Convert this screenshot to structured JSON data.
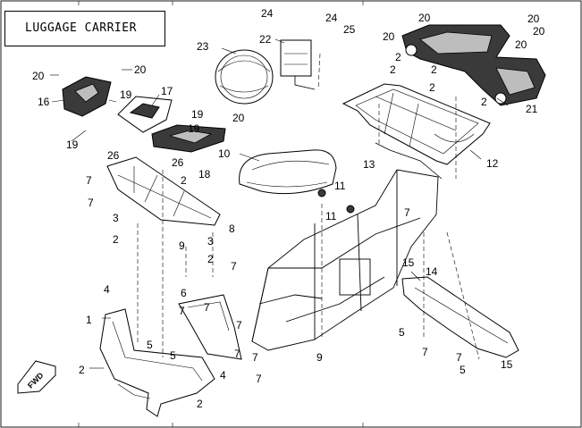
{
  "title": "LUGGAGE CARRIER",
  "fwd_label": "FWD",
  "callouts": [
    "1",
    "2",
    "3",
    "4",
    "5",
    "6",
    "7",
    "8",
    "9",
    "10",
    "11",
    "12",
    "13",
    "14",
    "15",
    "16",
    "17",
    "18",
    "19",
    "20",
    "21",
    "22",
    "23",
    "24",
    "25",
    "26"
  ],
  "labels": [
    {
      "id": "c20a",
      "text": "20"
    },
    {
      "id": "c20b",
      "text": "20"
    },
    {
      "id": "c16",
      "text": "16"
    },
    {
      "id": "c19a",
      "text": "19"
    },
    {
      "id": "c19b",
      "text": "19"
    },
    {
      "id": "c17",
      "text": "17"
    },
    {
      "id": "c19c",
      "text": "19"
    },
    {
      "id": "c19d",
      "text": "19"
    },
    {
      "id": "c20c",
      "text": "20"
    },
    {
      "id": "c23",
      "text": "23"
    },
    {
      "id": "c22",
      "text": "22"
    },
    {
      "id": "c24a",
      "text": "24"
    },
    {
      "id": "c24b",
      "text": "24"
    },
    {
      "id": "c25",
      "text": "25"
    },
    {
      "id": "c20d",
      "text": "20"
    },
    {
      "id": "c20e",
      "text": "20"
    },
    {
      "id": "c20f",
      "text": "20"
    },
    {
      "id": "c20g",
      "text": "20"
    },
    {
      "id": "c20h",
      "text": "20"
    },
    {
      "id": "c2a",
      "text": "2"
    },
    {
      "id": "c2b",
      "text": "2"
    },
    {
      "id": "c2c",
      "text": "2"
    },
    {
      "id": "c2d",
      "text": "2"
    },
    {
      "id": "c2e",
      "text": "2"
    },
    {
      "id": "c21",
      "text": "21"
    },
    {
      "id": "c12",
      "text": "12"
    },
    {
      "id": "c13",
      "text": "13"
    },
    {
      "id": "c10",
      "text": "10"
    },
    {
      "id": "c26a",
      "text": "26"
    },
    {
      "id": "c26b",
      "text": "26"
    },
    {
      "id": "c18",
      "text": "18"
    },
    {
      "id": "c7a",
      "text": "7"
    },
    {
      "id": "c2f",
      "text": "2"
    },
    {
      "id": "c11a",
      "text": "11"
    },
    {
      "id": "c11b",
      "text": "11"
    },
    {
      "id": "c7b",
      "text": "7"
    },
    {
      "id": "c7c",
      "text": "7"
    },
    {
      "id": "c3a",
      "text": "3"
    },
    {
      "id": "c2g",
      "text": "2"
    },
    {
      "id": "c8",
      "text": "8"
    },
    {
      "id": "c3b",
      "text": "3"
    },
    {
      "id": "c9a",
      "text": "9"
    },
    {
      "id": "c2h",
      "text": "2"
    },
    {
      "id": "c7d",
      "text": "7"
    },
    {
      "id": "c15a",
      "text": "15"
    },
    {
      "id": "c14",
      "text": "14"
    },
    {
      "id": "c4a",
      "text": "4"
    },
    {
      "id": "c6",
      "text": "6"
    },
    {
      "id": "c7e",
      "text": "7"
    },
    {
      "id": "c7f",
      "text": "7"
    },
    {
      "id": "c7g",
      "text": "7"
    },
    {
      "id": "c1",
      "text": "1"
    },
    {
      "id": "c5a",
      "text": "5"
    },
    {
      "id": "c5b",
      "text": "5"
    },
    {
      "id": "c7h",
      "text": "7"
    },
    {
      "id": "c7i",
      "text": "7"
    },
    {
      "id": "c9b",
      "text": "9"
    },
    {
      "id": "c5c",
      "text": "5"
    },
    {
      "id": "c7j",
      "text": "7"
    },
    {
      "id": "c7k",
      "text": "7"
    },
    {
      "id": "c5d",
      "text": "5"
    },
    {
      "id": "c15b",
      "text": "15"
    },
    {
      "id": "c2i",
      "text": "2"
    },
    {
      "id": "c4b",
      "text": "4"
    },
    {
      "id": "c7l",
      "text": "7"
    },
    {
      "id": "c2j",
      "text": "2"
    }
  ]
}
